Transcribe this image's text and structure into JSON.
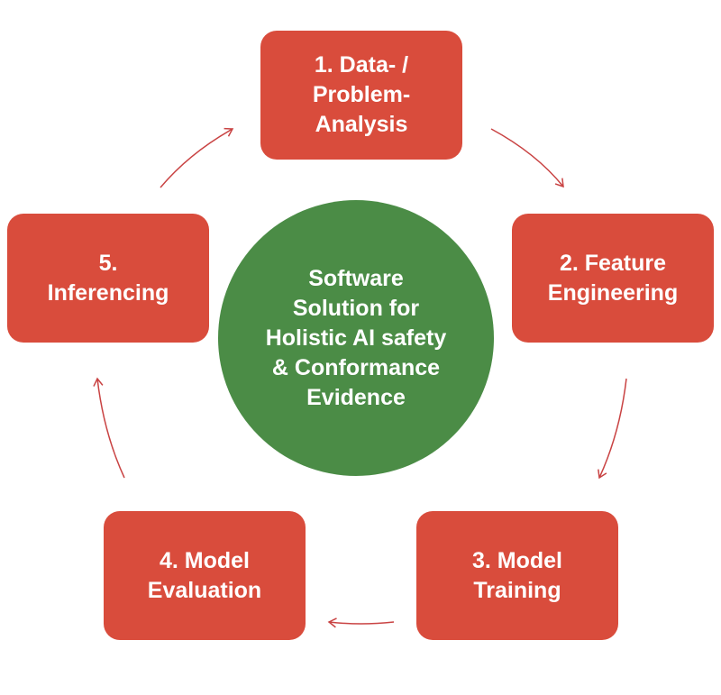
{
  "center": {
    "label": "Software\nSolution for\nHolistic AI safety\n& Conformance\nEvidence"
  },
  "steps": [
    {
      "label": "1. Data- /\nProblem-\nAnalysis"
    },
    {
      "label": "2. Feature\nEngineering"
    },
    {
      "label": "3. Model\nTraining"
    },
    {
      "label": "4. Model\nEvaluation"
    },
    {
      "label": "5.\nInferencing"
    }
  ],
  "colors": {
    "step": "#d94c3c",
    "center": "#4b8c46",
    "arrow": "#c94343"
  }
}
